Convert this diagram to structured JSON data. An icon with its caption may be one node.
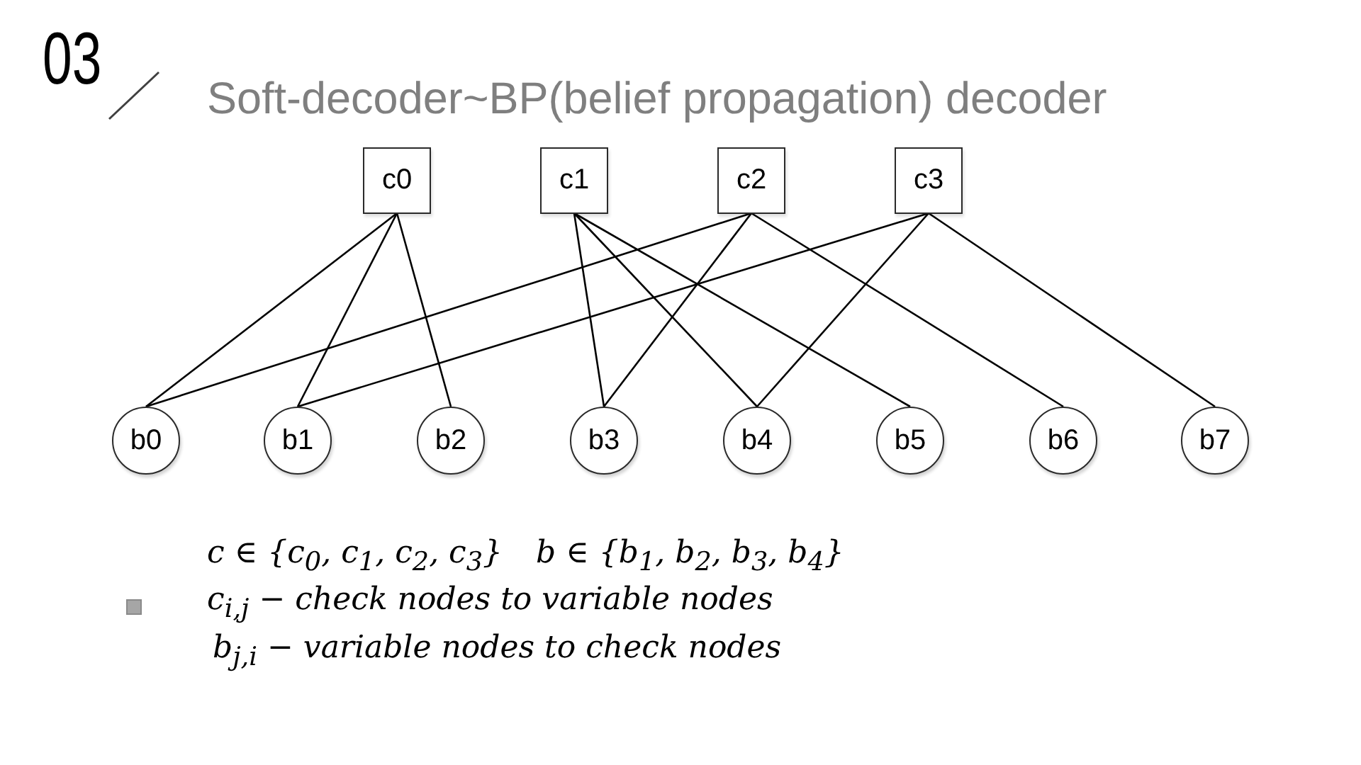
{
  "diagram": {
    "title": "Soft-decoder~BP(belief propagation) decoder",
    "nodes": [
      {
        "text": [
          "c0"
        ]
      },
      {
        "text": [
          "c1"
        ]
      },
      {
        "text": [
          "c2"
        ]
      },
      {
        "text": [
          "c3"
        ]
      },
      {
        "text": [
          "b0"
        ]
      },
      {
        "text": [
          "b1"
        ]
      },
      {
        "text": [
          "b2"
        ]
      },
      {
        "text": [
          "b3"
        ]
      },
      {
        "text": [
          "b4"
        ]
      },
      {
        "text": [
          "b5"
        ]
      },
      {
        "text": [
          "b6"
        ]
      },
      {
        "text": [
          "b7"
        ]
      }
    ],
    "edges": [
      {
        "from": 0,
        "to": 4,
        "arrow": "none"
      },
      {
        "from": 0,
        "to": 5,
        "arrow": "none"
      },
      {
        "from": 0,
        "to": 6,
        "arrow": "none"
      },
      {
        "from": 1,
        "to": 7,
        "arrow": "none"
      },
      {
        "from": 1,
        "to": 8,
        "arrow": "none"
      },
      {
        "from": 1,
        "to": 9,
        "arrow": "none"
      },
      {
        "from": 2,
        "to": 4,
        "arrow": "none"
      },
      {
        "from": 2,
        "to": 7,
        "arrow": "none"
      },
      {
        "from": 2,
        "to": 10,
        "arrow": "none"
      },
      {
        "from": 3,
        "to": 5,
        "arrow": "none"
      },
      {
        "from": 3,
        "to": 8,
        "arrow": "none"
      },
      {
        "from": 3,
        "to": 11,
        "arrow": "none"
      }
    ],
    "labels": [
      "03",
      "c ∈ {c$_{0}$, c$_{1}$, c$_{2}$, c$_{3}$}",
      "b ∈ {b$_{1}$, b$_{2}$, b$_{3}$, b$_{4}$}",
      "c$_{i,j}$ − check nodes to variable nodes",
      "b$_{j,i}$ − variable nodes to check nodes"
    ]
  }
}
